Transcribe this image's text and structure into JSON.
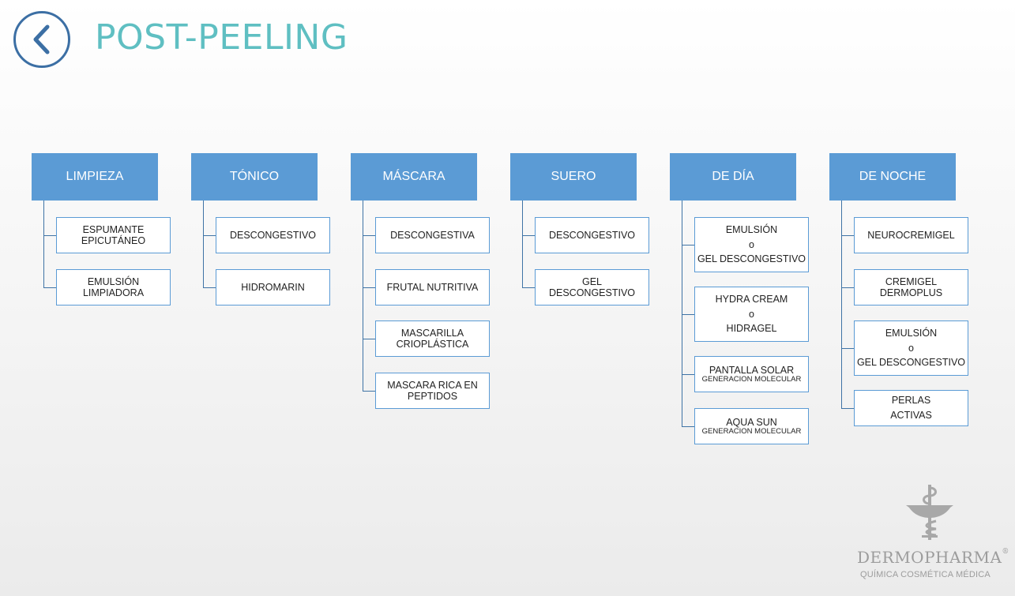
{
  "header": {
    "title": "POST-PEELING",
    "back_icon": "chevron-left-icon",
    "accent_color": "#5fbfc2",
    "ring_color": "#3c6fa4"
  },
  "colors": {
    "header_fill": "#5b9bd5",
    "box_border": "#5b9bd5",
    "connector": "#3f73a5"
  },
  "columns": [
    {
      "title": "LIMPIEZA",
      "items": [
        {
          "lines": [
            "ESPUMANTE",
            "EPICUTÁNEO"
          ]
        },
        {
          "lines": [
            "EMULSIÓN",
            "LIMPIADORA"
          ]
        }
      ]
    },
    {
      "title": "TÓNICO",
      "items": [
        {
          "lines": [
            "DESCONGESTIVO"
          ]
        },
        {
          "lines": [
            "HIDROMARIN"
          ]
        }
      ]
    },
    {
      "title": "MÁSCARA",
      "items": [
        {
          "lines": [
            "DESCONGESTIVA"
          ]
        },
        {
          "lines": [
            "FRUTAL  NUTRITIVA"
          ]
        },
        {
          "lines": [
            "MASCARILLA",
            "CRIOPLÁSTICA"
          ]
        },
        {
          "lines": [
            "MASCARA RICA EN",
            "PEPTIDOS"
          ]
        }
      ]
    },
    {
      "title": "SUERO",
      "items": [
        {
          "lines": [
            "DESCONGESTIVO"
          ]
        },
        {
          "lines": [
            "GEL",
            "DESCONGESTIVO"
          ]
        }
      ]
    },
    {
      "title": "DE DÍA",
      "items": [
        {
          "lines": [
            "EMULSIÓN",
            "o",
            "GEL DESCONGESTIVO"
          ]
        },
        {
          "lines": [
            "HYDRA CREAM",
            "o",
            "HIDRAGEL"
          ]
        },
        {
          "lines": [
            "PANTALLA SOLAR"
          ],
          "sub": "GENERACION MOLECULAR"
        },
        {
          "lines": [
            "AQUA SUN"
          ],
          "sub": "GENERACION MOLECULAR"
        }
      ]
    },
    {
      "title": "DE NOCHE",
      "items": [
        {
          "lines": [
            "NEUROCREMIGEL"
          ]
        },
        {
          "lines": [
            "CREMIGEL  DERMOPLUS"
          ]
        },
        {
          "lines": [
            "EMULSIÓN",
            "o",
            "GEL DESCONGESTIVO"
          ]
        },
        {
          "lines": [
            "PERLAS",
            "ACTIVAS"
          ]
        }
      ]
    }
  ],
  "logo": {
    "icon": "bowl-of-hygieia-icon",
    "name": "DERMOPHARMA",
    "registered": "®",
    "tagline": "QUÍMICA COSMÉTICA MÉDICA"
  }
}
